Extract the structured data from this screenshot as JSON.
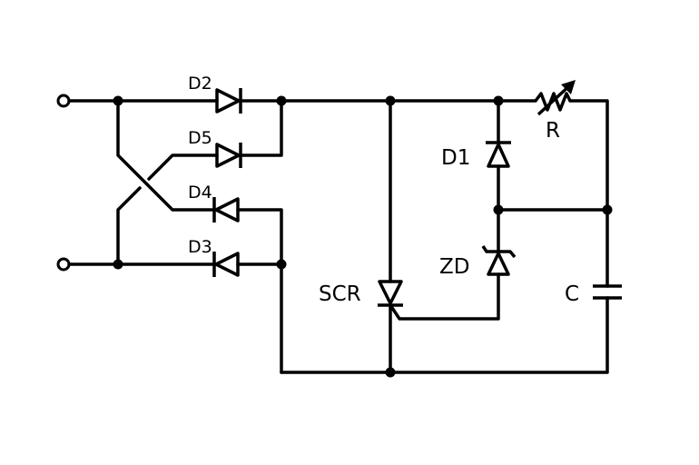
{
  "components": {
    "d2": "D2",
    "d5": "D5",
    "d4": "D4",
    "d3": "D3",
    "d1": "D1",
    "zd": "ZD",
    "scr": "SCR",
    "r": "R",
    "c": "C"
  },
  "colors": {
    "stroke": "#000000",
    "background": "#ffffff"
  }
}
